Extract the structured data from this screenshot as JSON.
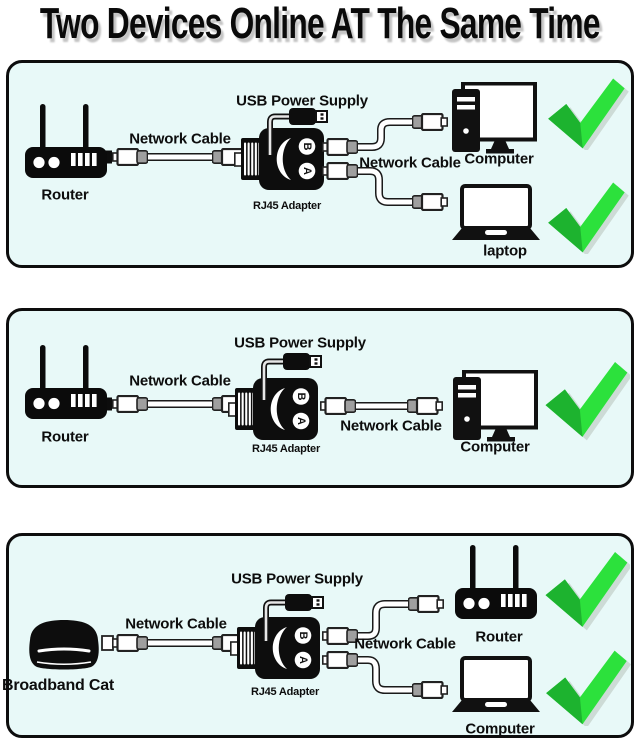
{
  "title": "Two Devices Online AT The Same Time",
  "colors": {
    "check_green": "#2ce13c",
    "check_green_dark": "#1cae2e",
    "panel_background": "#e8f9f8",
    "panel_border": "#0d0d0d"
  },
  "adapter": {
    "port_top": "B",
    "port_bottom": "A"
  },
  "panels": [
    {
      "source_label": "Router",
      "cable_left_label": "Network Cable",
      "usb_label": "USB Power Supply",
      "adapter_label": "RJ45 Adapter",
      "cable_right_label": "Network Cable",
      "device_top_label": "Computer",
      "device_bottom_label": "laptop"
    },
    {
      "source_label": "Router",
      "cable_left_label": "Network Cable",
      "usb_label": "USB Power Supply",
      "adapter_label": "RJ45 Adapter",
      "cable_right_label": "Network Cable",
      "device_label": "Computer"
    },
    {
      "source_label": "Broadband Cat",
      "cable_left_label": "Network Cable",
      "usb_label": "USB Power Supply",
      "adapter_label": "RJ45 Adapter",
      "cable_right_label": "Network Cable",
      "device_top_label": "Router",
      "device_bottom_label": "Computer"
    }
  ]
}
